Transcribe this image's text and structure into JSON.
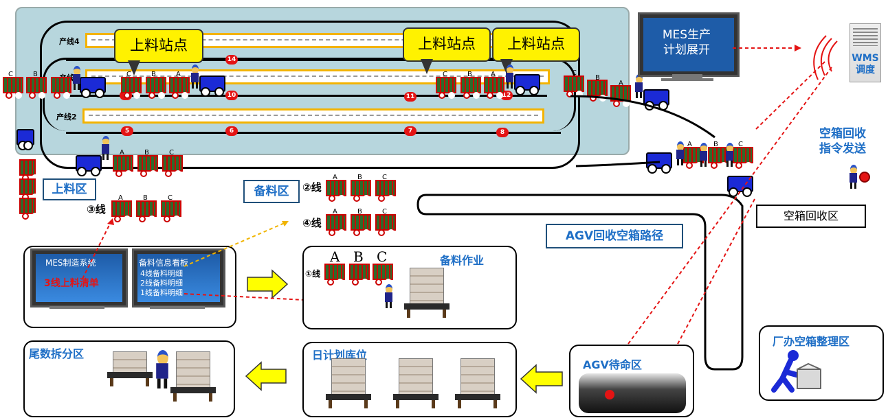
{
  "callouts": [
    "上料站点",
    "上料站点",
    "上料站点"
  ],
  "production_lines": [
    "产线4",
    "产线3",
    "产线2"
  ],
  "stations": [
    "14",
    "10",
    "11",
    "9",
    "12",
    "5",
    "6",
    "7",
    "8"
  ],
  "cart_letters": {
    "a": "A",
    "b": "B",
    "c": "C"
  },
  "zones": {
    "loading": "上料区",
    "staging": "备料区",
    "line2": "②线",
    "line4": "④线",
    "line3": "③线",
    "line1": "①线",
    "empty_recovery": "空箱回收区",
    "agv_route": "AGV回收空箱路径",
    "empty_cmd": "空箱回收\n指令发送"
  },
  "mes_plan": {
    "text": "MES生产\n计划展开"
  },
  "wms": {
    "text": "WMS\n调度"
  },
  "mes_system": {
    "title": "MES制造系统",
    "item": "3线上料清单"
  },
  "board": {
    "title": "备料信息看板",
    "items": [
      "4线备料明细",
      "2线备料明细",
      "1线备料明细"
    ]
  },
  "panels": {
    "prep": "备料作业",
    "prep_letters": [
      "A",
      "B",
      "C"
    ],
    "daily": "日计划库位",
    "tail": "尾数拆分区",
    "agv_wait": "AGV待命区",
    "factory_empty": "厂办空箱整理区"
  },
  "colors": {
    "accent": "#1f6fc6",
    "callout": "#fff200",
    "station": "#e41414",
    "factory_bg": "#b7d6dd"
  }
}
